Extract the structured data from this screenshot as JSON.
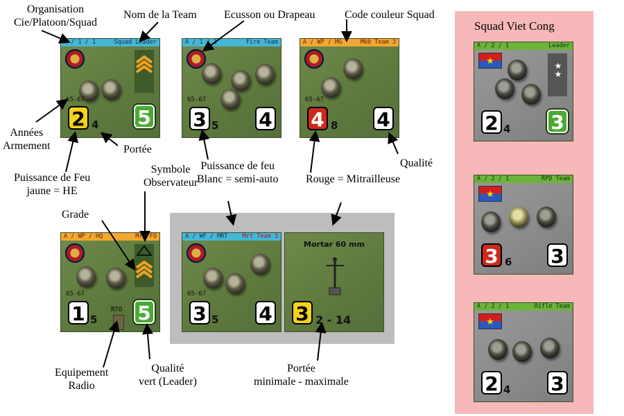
{
  "annotations": {
    "organisation": [
      "Organisation",
      "Cie/Platoon/Squad"
    ],
    "nom_team": "Nom de la Team",
    "ecusson": "Ecusson ou Drapeau",
    "code_couleur": "Code couleur Squad",
    "annees": [
      "Années",
      "Armement"
    ],
    "portee": "Portée",
    "puissance_jaune": [
      "Puissance de Feu",
      "jaune = HE"
    ],
    "symbole_observateur": [
      "Symbole",
      "Observateur"
    ],
    "puissance_blanc": [
      "Puissance de feu",
      "Blanc = semi-auto"
    ],
    "rouge": "Rouge = Mitrailleuse",
    "qualite": "Qualité",
    "grade": "Grade",
    "equipement_radio": [
      "Equipement",
      "Radio"
    ],
    "qualite_vert": [
      "Qualité",
      "vert (Leader)"
    ],
    "portee_min_max": [
      "Portée",
      "minimale - maximale"
    ]
  },
  "vc_panel": {
    "title": "Squad Viet Cong"
  },
  "counters": {
    "squad_leader": {
      "org": "A / 1 / 1",
      "team": "Squad Leader",
      "years": "65-67",
      "firepower": "2",
      "range": "4",
      "quality": "5"
    },
    "fire_team": {
      "org": "A / 1 / 1",
      "team": "Fire Team",
      "years": "65-67",
      "firepower": "3",
      "range": "5",
      "quality": "4"
    },
    "m60_team": {
      "org": "A / WP / MG",
      "team": "M60 Team 3",
      "years": "65-67",
      "firepower": "4",
      "range": "8",
      "quality": "4"
    },
    "hq": {
      "org": "A / WP / HQ",
      "team": "Mrt FO",
      "years": "65-67",
      "firepower": "1",
      "range": "5",
      "quality": "5",
      "rto": "RTO"
    },
    "mrt_team": {
      "org": "A / WF / MRT",
      "team": "Mrt Team 3",
      "years": "65-67",
      "firepower": "3",
      "range": "5",
      "quality": "4"
    },
    "mortar": {
      "title": "Mortar 60 mm",
      "firepower": "3",
      "range": "2 - 14"
    },
    "vc_leader": {
      "org": "A / 2 / 1",
      "team": "Leader",
      "firepower": "2",
      "range": "4",
      "quality": "3",
      "stars": "★ ★"
    },
    "vc_rpd": {
      "org": "A / 2 / 1",
      "team": "RPD Team",
      "firepower": "3",
      "range": "6",
      "quality": "3"
    },
    "vc_rifle": {
      "org": "A / 2 / 1",
      "team": "Rifle Team",
      "firepower": "2",
      "range": "4",
      "quality": "3"
    }
  },
  "colors": {
    "us_counter": "#6f8a4c",
    "vc_counter": "#9a9a9a",
    "pink_panel": "#f6b8b8",
    "gray_panel": "#bdbdbd",
    "bar_blue": "#45b6d6",
    "bar_orange": "#f0a830",
    "bar_green": "#6cb33c"
  }
}
